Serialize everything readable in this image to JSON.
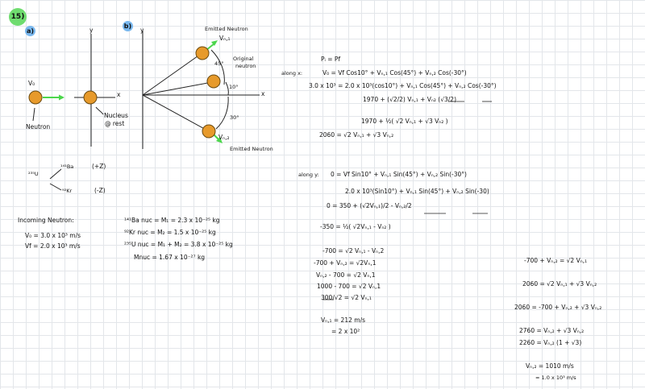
{
  "problem": {
    "number": "15)"
  },
  "part_a": {
    "tag": "a)",
    "y_axis": "y",
    "x_axis": "x",
    "v0_label": "V₀",
    "neutron_label": "Neutron",
    "nucleus_label_1": "Nucleus",
    "nucleus_label_2": "@ rest"
  },
  "part_b": {
    "tag": "b)",
    "y_axis": "y",
    "x_axis": "x",
    "emitted_top_1": "Emitted Neutron",
    "emitted_top_2": "Vₙ,₁",
    "original_1": "Original",
    "original_2": "neutron",
    "angle_45": "45°",
    "angle_10": "10°",
    "angle_30": "30°",
    "emitted_bottom_1": "Vₙ,₂",
    "emitted_bottom_2": "Emitted Neutron"
  },
  "reaction": {
    "u": "²³⁵U",
    "ba": "¹⁴¹Ba",
    "ba_charge": "(+Z)",
    "kr": "⁹²Kr",
    "kr_charge": "(-Z)"
  },
  "incoming": {
    "title": "Incoming Neutron:",
    "v0": "V₀ = 3.0 x 10³ m/s",
    "vf": "Vf = 2.0 x 10³ m/s"
  },
  "masses": {
    "ba": "¹⁴¹Ba nuc = M₁ = 2.3 x 10⁻²⁵ kg",
    "kr": "⁹²Kr nuc = M₂ = 1.5 x 10⁻²⁵ kg",
    "u": "²³⁵U nuc = M₁ + M₂ = 3.8 x 10⁻²⁵ kg",
    "mnuc": "Mnuc = 1.67 x 10⁻²⁷ kg"
  },
  "along_x": {
    "label": "along x:",
    "l0": "Pᵢ = Pf",
    "l1": "V₀ = Vf Cos10°  +  Vₙ,₁ Cos(45°)  +  Vₙ,₂ Cos(-30°)",
    "l2": "3.0 x 10³ = 2.0 x 10³(cos10°)  +  Vₙ,₁ Cos(45°)  +  Vₙ,₂ Cos(-30°)",
    "l3": "1970  +  (√2/2) Vₙ,₁  +  Vₙ₂ (√3/2)",
    "l4": "1970 + ½( √2 Vₙ,₁ + √3 Vₙ₂ )",
    "l5": "2060 = √2 Vₙ,₁ + √3 Vₙ,₂"
  },
  "along_y": {
    "label": "along y:",
    "l1": "0 =  Vf Sin10°  +  Vₙ,₁ Sin(45°)  +  Vₙ,₂ Sin(-30°)",
    "l2": "2.0 x 10³(Sin10°)  +  Vₙ,₁ Sin(45°)  +  Vₙ,₂ Sin(-30)",
    "l3": "0 =  350  +  (√2Vₙ,₁)/2  -  Vₙ,₂/2",
    "l4": "-350 = ½( √2Vₙ,₁ - Vₙ₂ )",
    "l5": "-700 = √2 Vₙ,₁ - Vₙ,2",
    "l6": "-700 + Vₙ,₂ = √2Vₙ,1",
    "l7": "Vₙ,₂ - 700 = √2 Vₙ,1",
    "l8": "1000 - 700 = √2 Vₙ,1",
    "l9": "300/√2 = √2 Vₙ,₁",
    "l10": "Vₙ,₁ = 212 m/s",
    "l11": "= 2 x 10²"
  },
  "right_col": {
    "l1": "-700 + Vₙ,₂ = √2 Vₙ,₁",
    "l2": "2060 = √2 Vₙ,₁ + √3 Vₙ,₂",
    "l3": "2060 = -700 + Vₙ,₂ + √3 Vₙ,₂",
    "l4": "2760 =  Vₙ,₂  +  √3 Vₙ,₂",
    "l5": "2260 = Vₙ,₂ (1 + √3)",
    "l6": "Vₙ,₂ = 1010 m/s",
    "l7": "= 1.0 x 10³ m/s"
  }
}
